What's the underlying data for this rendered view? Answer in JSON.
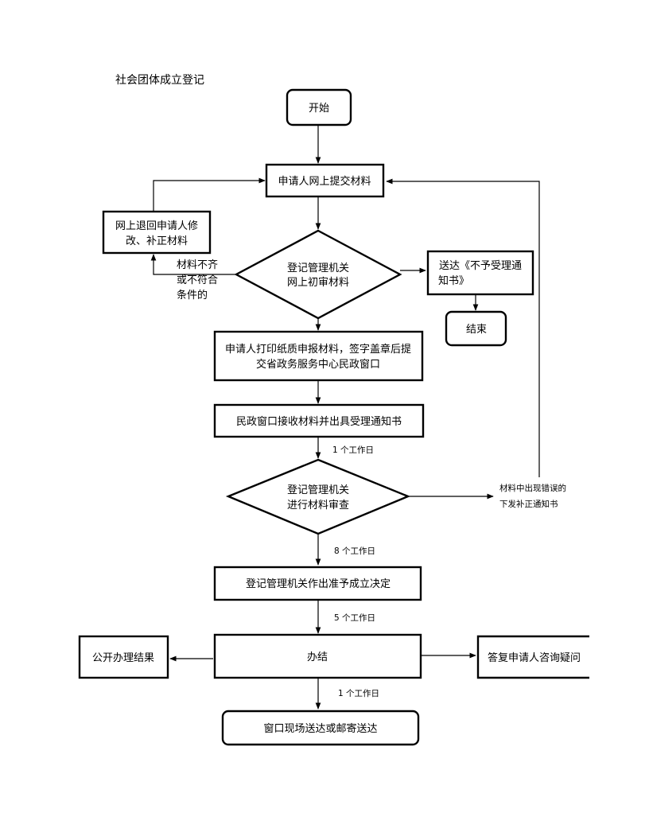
{
  "title": "社会团体成立登记",
  "nodes": {
    "start": "开始",
    "submit_online": "申请人网上提交材料",
    "return_online": [
      "网上退回申请人修",
      "改、补正材料"
    ],
    "initial_review": [
      "登记管理机关",
      "网上初审材料"
    ],
    "reject_notice": [
      "送达《不予受理通",
      "知书》"
    ],
    "end": "结束",
    "print_submit": [
      "申请人打印纸质申报材料，签字盖章后提",
      "交省政务服务中心民政窗口"
    ],
    "window_receive": "民政窗口接收材料并出具受理通知书",
    "material_review": [
      "登记管理机关",
      "进行材料审查"
    ],
    "approval_decision": "登记管理机关作出准予成立决定",
    "complete": "办结",
    "publish_result": "公开办理结果",
    "answer_queries": "答复申请人咨询疑问",
    "deliver": "窗口现场送达或邮寄送达"
  },
  "labels": {
    "incomplete": [
      "材料不齐",
      "或不符合",
      "条件的"
    ],
    "error_correction": [
      "材料中出现错误的",
      "下发补正通知书"
    ],
    "days_1a": "1 个工作日",
    "days_8": "8 个工作日",
    "days_5": "5 个工作日",
    "days_1b": "1 个工作日"
  }
}
